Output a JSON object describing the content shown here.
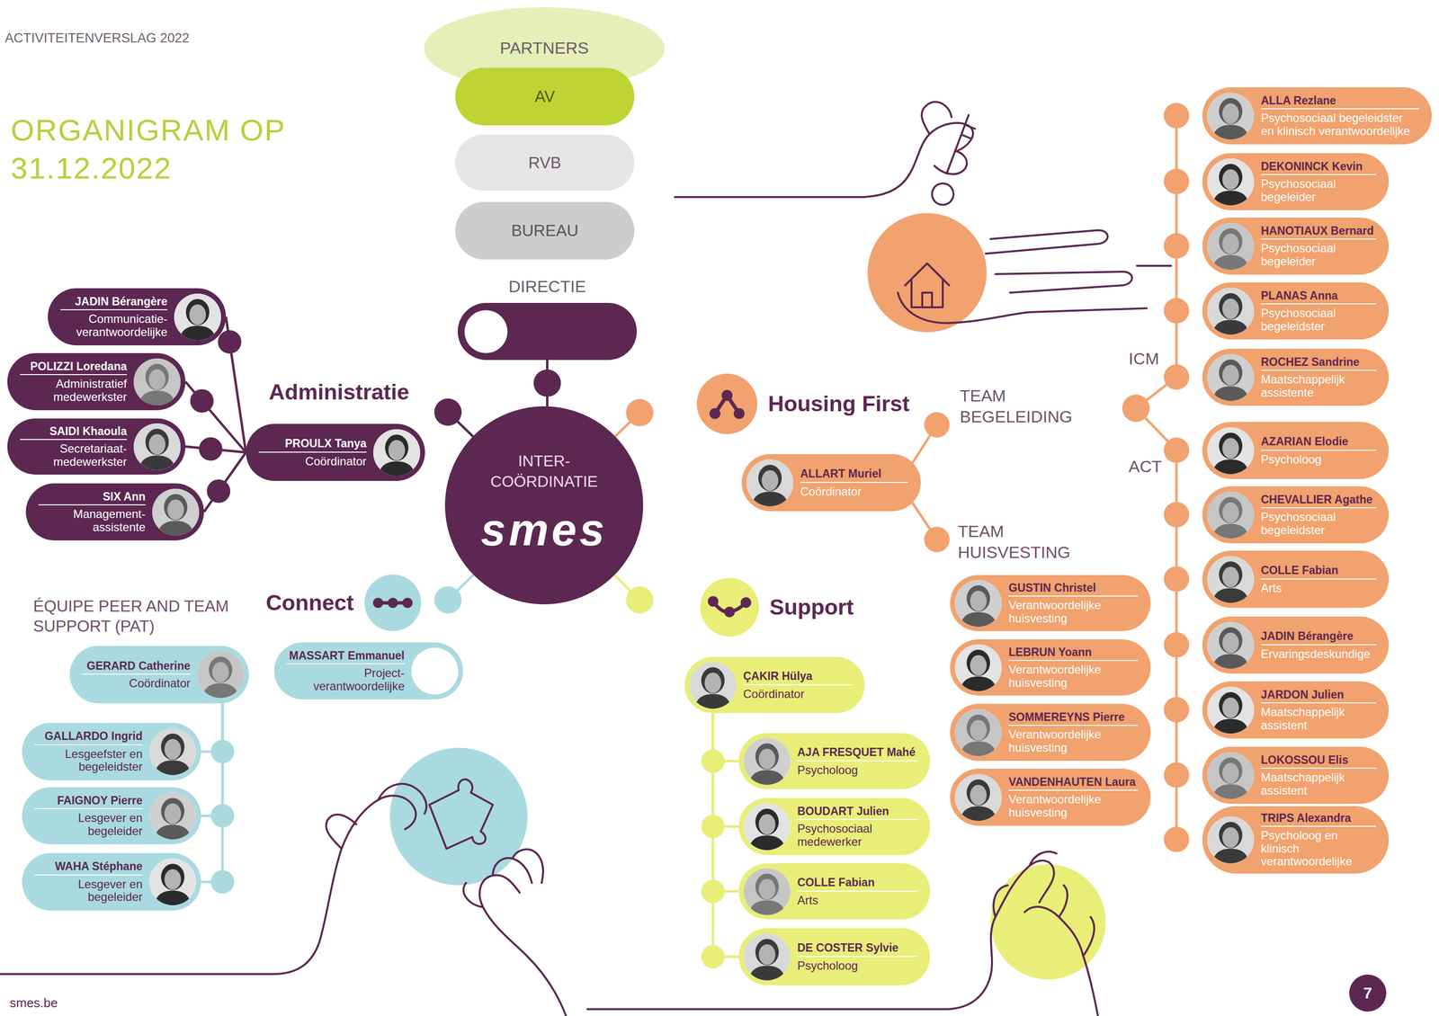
{
  "diagram": {
    "title": "ORGANIGRAM OP 31.12.2022",
    "nodes": [
      {
        "text": [
          "PARTNERS"
        ]
      },
      {
        "text": [
          "AV"
        ]
      },
      {
        "text": [
          "RVB"
        ]
      },
      {
        "text": [
          "BUREAU"
        ]
      },
      {
        "text": [
          "DIRECTIE"
        ]
      },
      {
        "text": [
          "INTER- COÖRDINATIE",
          "smes"
        ]
      },
      {
        "text": [
          "JADIN Bérangère",
          "Communicatie- verantwoordelijke"
        ]
      },
      {
        "text": [
          "POLIZZI Loredana",
          "Administratief medewerkster"
        ]
      },
      {
        "text": [
          "SAIDI Khaoula",
          "Secretariaat- medewerkster"
        ]
      },
      {
        "text": [
          "SIX Ann",
          "Management- assistente"
        ]
      },
      {
        "text": [
          "PROULX Tanya",
          "Coördinator"
        ]
      },
      {
        "text": [
          "Housing First"
        ]
      },
      {
        "text": [
          "ALLART Muriel",
          "Coördinator"
        ]
      },
      {
        "text": [
          "GUSTIN Christel",
          "Verantwoordelijke huisvesting"
        ]
      },
      {
        "text": [
          "LEBRUN Yoann",
          "Verantwoordelijke huisvesting"
        ]
      },
      {
        "text": [
          "SOMMEREYNS Pierre",
          "Verantwoordelijke huisvesting"
        ]
      },
      {
        "text": [
          "VANDENHAUTEN Laura",
          "Verantwoordelijke huisvesting"
        ]
      },
      {
        "text": [
          "ALLA Rezlane",
          "Psychosociaal begeleidster en klinisch verantwoordelijke"
        ]
      },
      {
        "text": [
          "DEKONINCK Kevin",
          "Psychosociaal begeleider"
        ]
      },
      {
        "text": [
          "HANOTIAUX Bernard",
          "Psychosociaal begeleider"
        ]
      },
      {
        "text": [
          "PLANAS Anna",
          "Psychosociaal begeleidster"
        ]
      },
      {
        "text": [
          "ROCHEZ Sandrine",
          "Maatschappelijk assistente"
        ]
      },
      {
        "text": [
          "AZARIAN Elodie",
          "Psycholoog"
        ]
      },
      {
        "text": [
          "CHEVALLIER Agathe",
          "Psychosociaal begeleidster"
        ]
      },
      {
        "text": [
          "COLLE Fabian",
          "Arts"
        ]
      },
      {
        "text": [
          "JADIN Bérangère",
          "Ervaringsdeskundige"
        ]
      },
      {
        "text": [
          "JARDON Julien",
          "Maatschappelijk assistent"
        ]
      },
      {
        "text": [
          "LOKOSSOU Elis",
          "Maatschappelijk assistent"
        ]
      },
      {
        "text": [
          "TRIPS Alexandra",
          "Psycholoog en klinisch verantwoordelijke"
        ]
      },
      {
        "text": [
          "Connect"
        ]
      },
      {
        "text": [
          "MASSART Emmanuel",
          "Project- verantwoordelijke"
        ]
      },
      {
        "text": [
          "GERARD Catherine",
          "Coördinator"
        ]
      },
      {
        "text": [
          "GALLARDO Ingrid",
          "Lesgeefster en begeleidster"
        ]
      },
      {
        "text": [
          "FAIGNOY Pierre",
          "Lesgever en begeleider"
        ]
      },
      {
        "text": [
          "WAHA Stéphane",
          "Lesgever en begeleider"
        ]
      },
      {
        "text": [
          "Support"
        ]
      },
      {
        "text": [
          "ÇAKIR Hülya",
          "Coördinator"
        ]
      },
      {
        "text": [
          "AJA FRESQUET Mahé",
          "Psycholoog"
        ]
      },
      {
        "text": [
          "BOUDART Julien",
          "Psychosociaal medewerker"
        ]
      },
      {
        "text": [
          "COLLE Fabian",
          "Arts"
        ]
      },
      {
        "text": [
          "DE COSTER Sylvie",
          "Psycholoog"
        ]
      }
    ],
    "edges": [
      {
        "from": 4,
        "to": 5,
        "arrow": "none"
      },
      {
        "from": 10,
        "to": 6,
        "arrow": "none"
      },
      {
        "from": 10,
        "to": 7,
        "arrow": "none"
      },
      {
        "from": 10,
        "to": 8,
        "arrow": "none"
      },
      {
        "from": 10,
        "to": 9,
        "arrow": "none"
      },
      {
        "from": 31,
        "to": 32,
        "arrow": "none"
      },
      {
        "from": 31,
        "to": 33,
        "arrow": "none"
      },
      {
        "from": 31,
        "to": 34,
        "arrow": "none"
      },
      {
        "from": 36,
        "to": 37,
        "arrow": "none"
      },
      {
        "from": 36,
        "to": 38,
        "arrow": "none"
      },
      {
        "from": 36,
        "to": 39,
        "arrow": "none"
      },
      {
        "from": 36,
        "to": 40,
        "arrow": "none"
      }
    ],
    "labels": [
      "ACTIVITEITENVERSLAG 2022",
      "Administratie",
      "TEAM BEGELEIDING",
      "TEAM HUISVESTING",
      "ICM",
      "ACT",
      "ÉQUIPE PEER AND TEAM SUPPORT (PAT)",
      "smes.be",
      "7"
    ]
  }
}
